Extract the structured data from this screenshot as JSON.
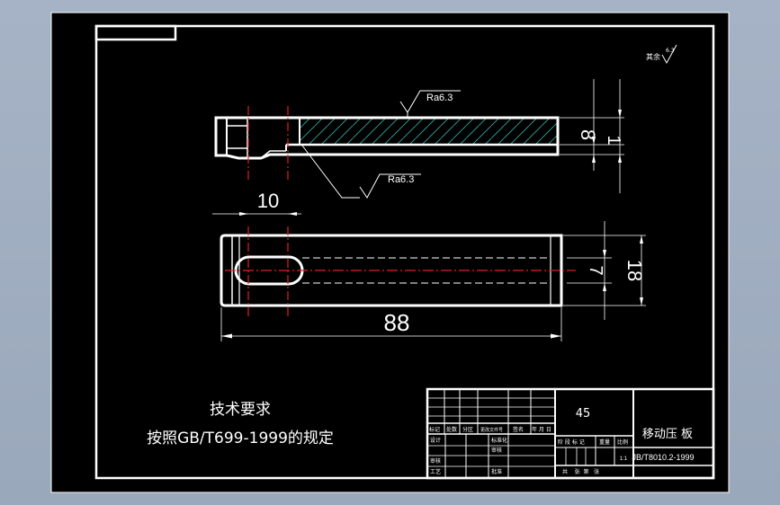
{
  "drawing": {
    "roughness_general": "其余",
    "roughness_general_value": "6.3",
    "roughness_top": "Ra6.3",
    "roughness_bottom": "Ra6.3",
    "dim_side_thickness": "8",
    "dim_side_step": "1",
    "dim_slot_offset": "10",
    "dim_length": "88",
    "dim_width": "18",
    "dim_slot_width": "7"
  },
  "notes": {
    "heading": "技术要求",
    "body": "按照GB/T699-1999的规定"
  },
  "title_block": {
    "material": "45",
    "part_name": "移动压 板",
    "standard_no": "JB/T8010.2-1999",
    "scale": "1:1",
    "labels": {
      "mark": "标记",
      "count": "处数",
      "zone": "分区",
      "change_doc": "更改文件号",
      "signature": "签名",
      "date": "年 月 日",
      "designer": "设计",
      "standardization": "标准化",
      "review": "审核",
      "process": "工艺",
      "approve": "批准",
      "audit": "审核",
      "stage_mark": "阶 段 标 记",
      "weight": "重量",
      "ratio": "比例",
      "sheets": "共    张  第   张"
    }
  }
}
